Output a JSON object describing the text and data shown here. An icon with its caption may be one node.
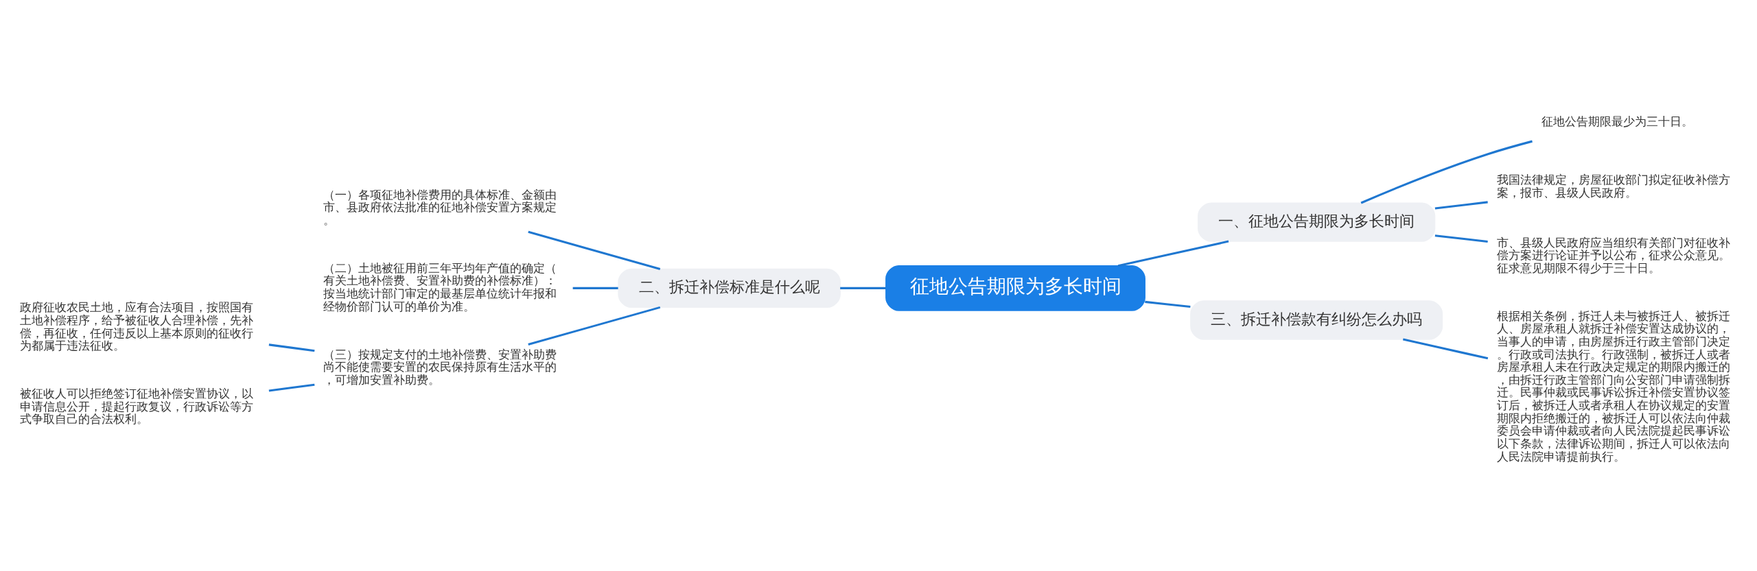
{
  "diagram": {
    "nodes": [
      {
        "text": [
          "征地公告期限为多长时间"
        ]
      },
      {
        "text": [
          "一、征地公告期限为多长时间"
        ]
      },
      {
        "text": [
          "征地公告期限最少为三十日。"
        ]
      },
      {
        "text": [
          "我国法律规定，房屋征收部门拟定征收补偿方案，报市、县级人民政府。"
        ]
      },
      {
        "text": [
          "市、县级人民政府应当组织有关部门对征收补偿方案进行论证并予以公布，征求公众意见。征求意见期限不得少于三十日。"
        ]
      },
      {
        "text": [
          "二、拆迁补偿标准是什么呢"
        ]
      },
      {
        "text": [
          "（一）各项征地补偿费用的具体标准、金额由市、县政府依法批准的征地补偿安置方案规定。"
        ]
      },
      {
        "text": [
          "（二）土地被征用前三年平均年产值的确定（有关土地补偿费、安置补助费的补偿标准）：按当地统计部门审定的最基层单位统计年报和经物价部门认可的单价为准。"
        ]
      },
      {
        "text": [
          "（三）按规定支付的土地补偿费、安置补助费尚不能使需要安置的农民保持原有生活水平的，可增加安置补助费。"
        ]
      },
      {
        "text": [
          "政府征收农民土地，应有合法项目，按照国有土地补偿程序，给予被征收人合理补偿，先补偿，再征收，任何违反以上基本原则的征收行为都属于违法征收。"
        ]
      },
      {
        "text": [
          "被征收人可以拒绝签订征地补偿安置协议，以申请信息公开，提起行政复议，行政诉讼等方式争取自己的合法权利。"
        ]
      },
      {
        "text": [
          "三、拆迁补偿款有纠纷怎么办吗"
        ]
      },
      {
        "text": [
          "根据相关条例，拆迁人未与被拆迁人、被拆迁人、房屋承租人就拆迁补偿安置达成协议的，当事人的申请，由房屋拆迁行政主管部门决定。行政或司法执行。行政强制，被拆迁人或者房屋承租人未在行政决定规定的期限内搬迁的，由拆迁行政主管部门向公安部门申请强制拆迁。民事仲裁或民事诉讼拆迁补偿安置协议签订后，被拆迁人或者承租人在协议规定的安置期限内拒绝搬迁的，被拆迁人可以依法向仲裁委员会申请仲裁或者向人民法院提起民事诉讼以下条款，法律诉讼期间，拆迁人可以依法向人民法院申请提前执行。"
        ]
      }
    ],
    "edges": [
      {
        "from": 0,
        "to": 1,
        "arrow": "none"
      },
      {
        "from": 1,
        "to": 2,
        "arrow": "none"
      },
      {
        "from": 1,
        "to": 3,
        "arrow": "none"
      },
      {
        "from": 1,
        "to": 4,
        "arrow": "none"
      },
      {
        "from": 0,
        "to": 5,
        "arrow": "none"
      },
      {
        "from": 5,
        "to": 6,
        "arrow": "none"
      },
      {
        "from": 5,
        "to": 7,
        "arrow": "none"
      },
      {
        "from": 5,
        "to": 8,
        "arrow": "none"
      },
      {
        "from": 8,
        "to": 9,
        "arrow": "none"
      },
      {
        "from": 8,
        "to": 10,
        "arrow": "none"
      },
      {
        "from": 0,
        "to": 11,
        "arrow": "none"
      },
      {
        "from": 11,
        "to": 12,
        "arrow": "none"
      }
    ]
  }
}
